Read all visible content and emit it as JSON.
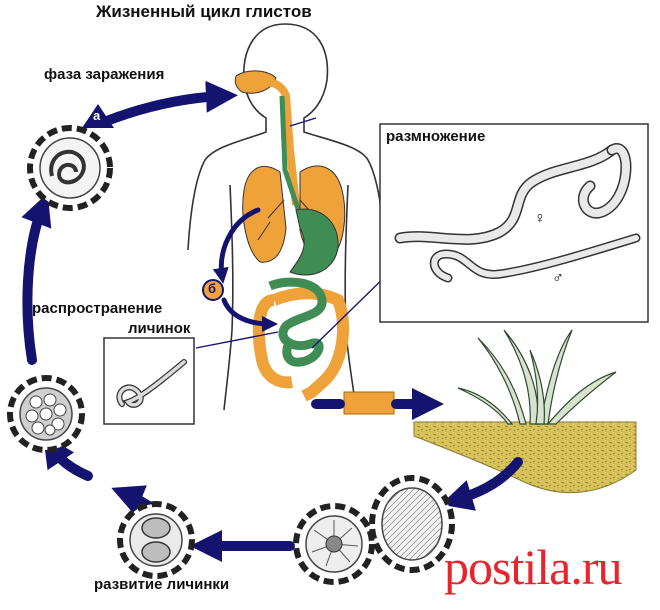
{
  "title": "Жизненный цикл глистов",
  "labels": {
    "infection_phase": "фаза заражения",
    "reproduction": "размножение",
    "spread_line1": "распространение",
    "spread_line2": "личинок",
    "larva_development": "развитие личинки"
  },
  "markers": {
    "stage_a": "a",
    "stage_b": "б"
  },
  "sex_symbols": {
    "female": "♀",
    "male": "♂"
  },
  "watermark": "postila.ru",
  "colors": {
    "arrow_blue": "#141470",
    "organ_orange": "#f0a23a",
    "organ_green": "#3f8d55",
    "soil_yellow": "#d8c25c",
    "watermark_red": "#e8252d"
  }
}
